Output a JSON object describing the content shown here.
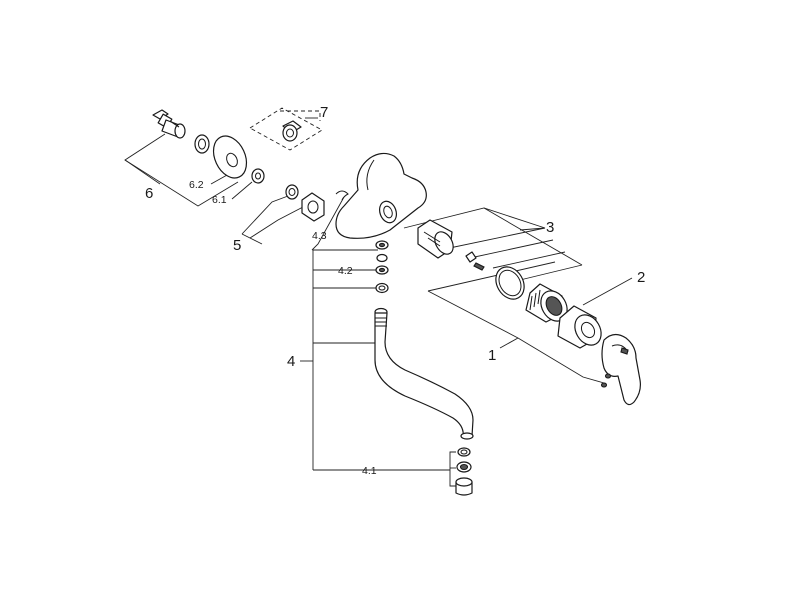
{
  "labels": {
    "l1": "1",
    "l2": "2",
    "l3": "3",
    "l4": "4",
    "l4_1": "4.1",
    "l4_2": "4.2",
    "l4_3": "4.3",
    "l5": "5",
    "l6": "6",
    "l6_1": "6.1",
    "l6_2": "6.2",
    "l7": "7"
  },
  "colors": {
    "line": "#1a1a1a",
    "fill": "#ffffff",
    "shade": "#555555"
  }
}
